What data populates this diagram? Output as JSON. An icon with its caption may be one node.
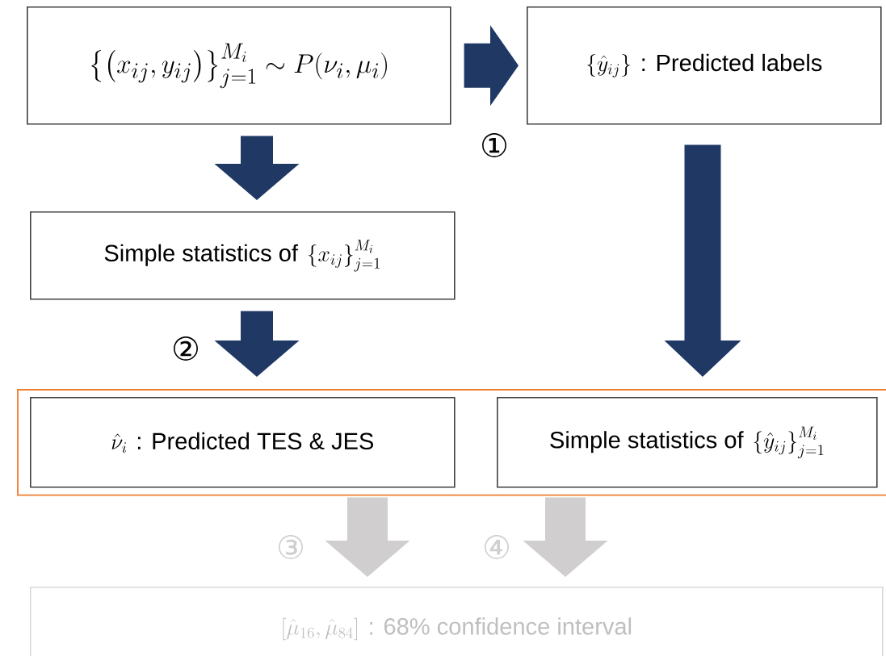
{
  "diagram": {
    "nodes": [
      {
        "text": [
          "\\left\\{\\left(x_{ij},y_{ij}\\right)\\right\\}_{j=1}^{M_i}\\sim P(\\nu_i,\\mu_i)"
        ]
      },
      {
        "text": [
          "\\left\\{\\hat{y}_{ij}\\right\\}",
          ": Predicted labels"
        ]
      },
      {
        "text": [
          "Simple statistics of",
          "\\left\\{x_{ij}\\right\\}_{j=1}^{M_i}"
        ]
      },
      {
        "text": [],
        "shape": "box"
      },
      {
        "text": [
          "\\hat{\\nu}_i",
          ": Predicted TES & JES"
        ],
        "in": 3
      },
      {
        "text": [
          "Simple statistics of",
          "\\left\\{\\hat{y}_{ij}\\right\\}_{j=1}^{M_i}"
        ],
        "in": 3
      },
      {
        "text": [
          "\\left[\\hat{\\mu}_{16},\\hat{\\mu}_{84}\\right]",
          ": 68% confidence interval"
        ]
      }
    ],
    "edges": [
      {
        "from": 0,
        "to": 1,
        "arrow": "to",
        "label": "①"
      },
      {
        "from": 0,
        "to": 2,
        "arrow": "to"
      },
      {
        "from": 2,
        "to": 4,
        "arrow": "to",
        "label": "②"
      },
      {
        "from": 1,
        "to": 5,
        "arrow": "to"
      },
      {
        "from": 4,
        "to": 6,
        "arrow": "to",
        "label": "③",
        "color": "#d0cece"
      },
      {
        "from": 5,
        "to": 6,
        "arrow": "to",
        "label": "④",
        "color": "#d0cece"
      }
    ]
  }
}
